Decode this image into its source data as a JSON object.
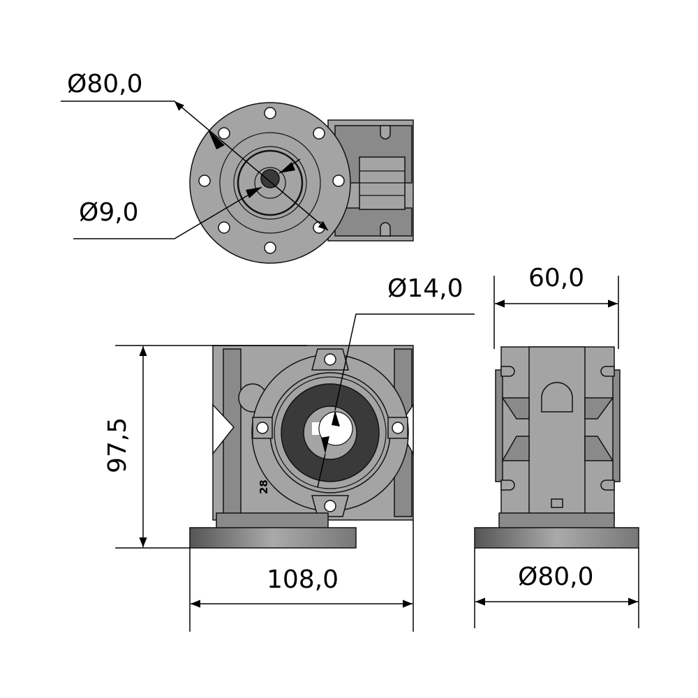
{
  "drawing": {
    "top_view": {
      "flange_diameter_label": "Ø80,0",
      "shaft_diameter_label": "Ø9,0"
    },
    "front_view": {
      "bore_diameter_label": "Ø14,0",
      "height_label": "97,5",
      "width_label": "108,0",
      "size_marking": "28"
    },
    "side_view": {
      "depth_label": "60,0",
      "flange_diameter_label": "Ø80,0"
    }
  }
}
